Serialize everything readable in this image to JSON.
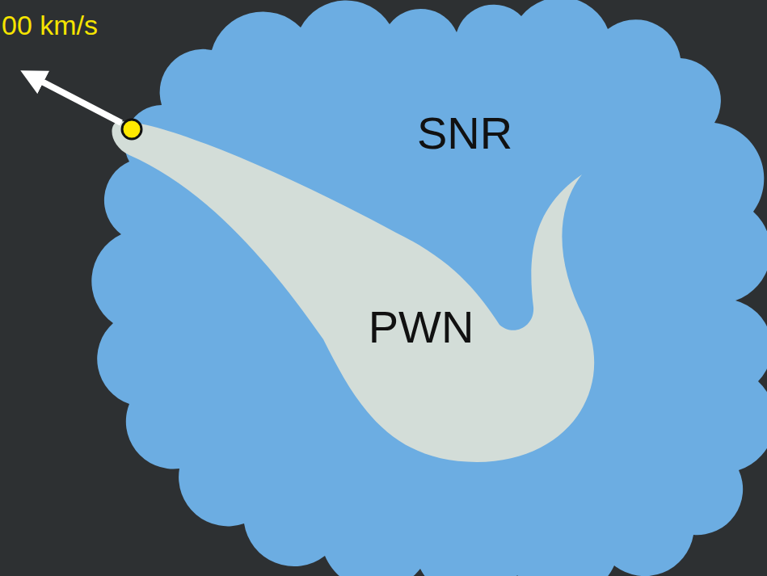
{
  "diagram": {
    "nodes": [
      {
        "text": [
          "SNR"
        ]
      },
      {
        "text": [
          "PWN"
        ],
        "in": 0
      }
    ],
    "labels": [
      "00 km/s"
    ]
  }
}
